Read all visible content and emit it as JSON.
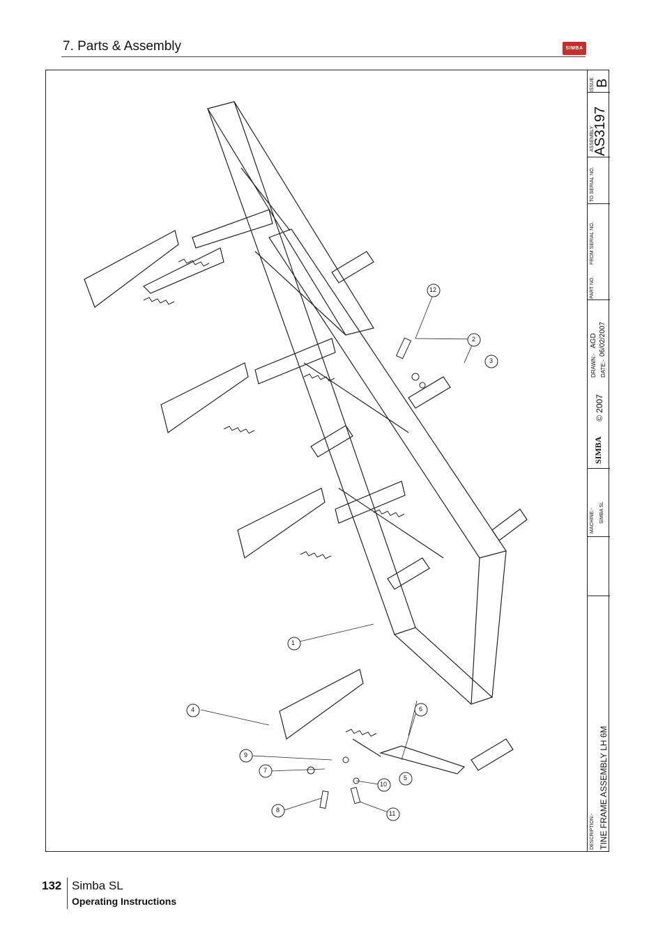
{
  "header": {
    "section_title": "7. Parts & Assembly",
    "logo_text": "SIMBA"
  },
  "title_block": {
    "issue_label": "ISSUE",
    "issue": "B",
    "assembly_label": "ASSEMBLY",
    "assembly_no": "AS3197",
    "to_serial_label": "TO SERIAL NO.",
    "from_serial_label": "FROM SERIAL NO.",
    "part_no_label": "PART NO.",
    "drawn_label": "DRAWN:-",
    "drawn_by": "AGD",
    "date_label": "DATE:-",
    "date": "06/02/2007",
    "logo_text": "SIMBA",
    "copyright": "© 2007",
    "machine_label": "MACHINE:-",
    "machine": "SIMBA SL",
    "description_label": "DESCRIPTION:-",
    "description": "TINE FRAME ASSEMBLY LH 6M"
  },
  "callouts": [
    "1",
    "2",
    "3",
    "4",
    "5",
    "6",
    "7",
    "8",
    "9",
    "10",
    "11",
    "12"
  ],
  "footer": {
    "page_number": "132",
    "product": "Simba SL",
    "doc_type": "Operating Instructions"
  },
  "colors": {
    "logo_red": "#c4302b",
    "line": "#222222"
  }
}
